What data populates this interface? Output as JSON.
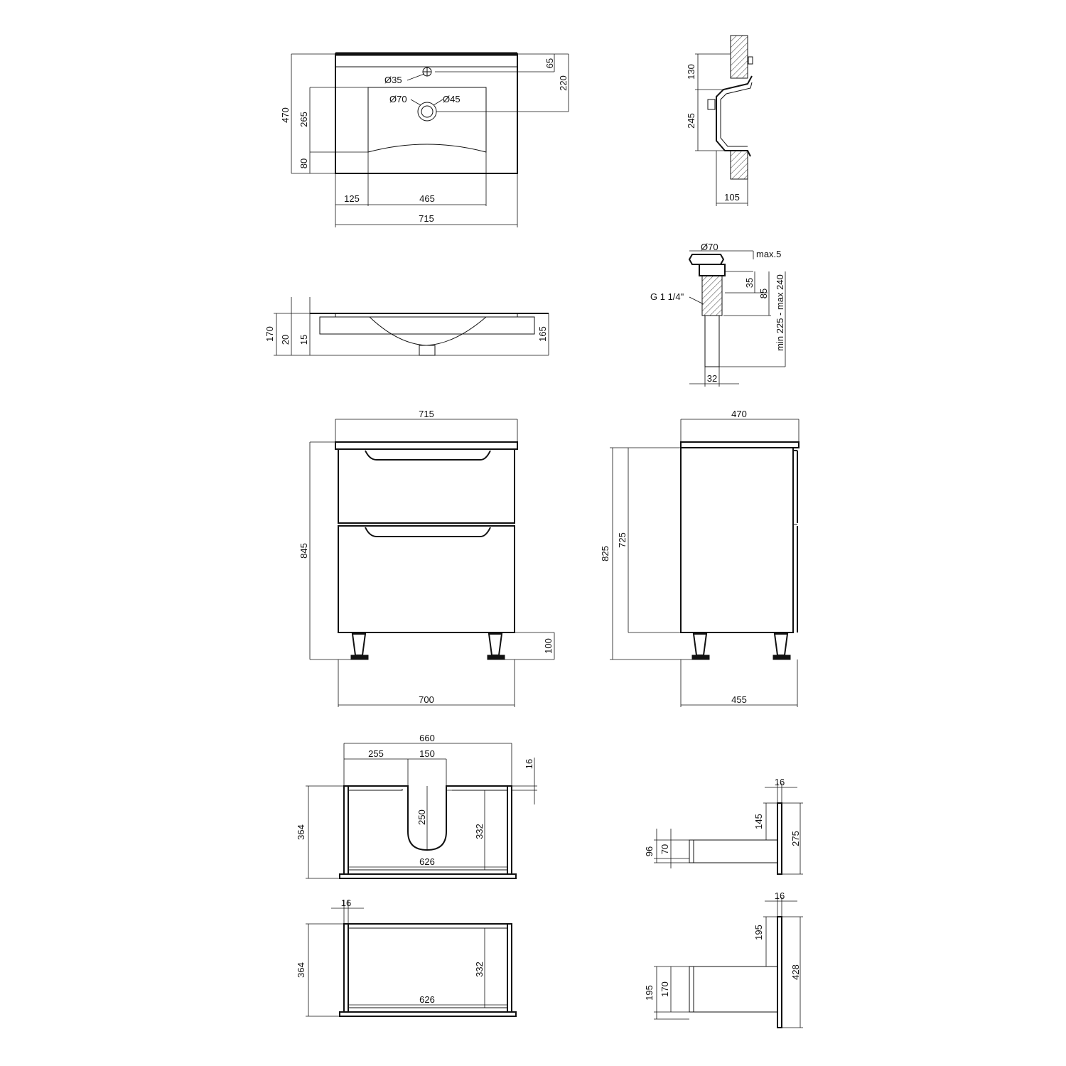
{
  "basin_top": {
    "width_total": "715",
    "depth_total": "470",
    "bowl_depth": "265",
    "front_margin": "80",
    "side_margin": "125",
    "bowl_width": "465",
    "tap_offset": "65",
    "drain_offset": "220",
    "tap_hole": "Ø35",
    "drain_outer": "Ø70",
    "drain_inner": "Ø45"
  },
  "basin_section": {
    "top_height": "130",
    "bowl_height": "245",
    "depth": "105"
  },
  "basin_front": {
    "total_height": "170",
    "rim_20": "20",
    "rim_15": "15",
    "bowl_height": "165"
  },
  "drain": {
    "diameter": "Ø70",
    "max_gap": "max.5",
    "thread": "G 1 1/4\"",
    "h35": "35",
    "h85": "85",
    "range": "min 225 - max 240",
    "pipe": "32"
  },
  "cabinet_front": {
    "top_width": "715",
    "height": "845",
    "legs": "100",
    "base_width": "700"
  },
  "cabinet_side": {
    "top_depth": "470",
    "height": "825",
    "body_height": "725",
    "base_depth": "455"
  },
  "drawer_top": {
    "width": "660",
    "left": "255",
    "cutout": "150",
    "panel": "16",
    "depth": "364",
    "cut_depth": "250",
    "inner_depth": "332",
    "inner_width": "626"
  },
  "drawer_bottom": {
    "panel": "16",
    "depth": "364",
    "inner_depth": "332",
    "inner_width": "626"
  },
  "drawer_side_top": {
    "panel": "16",
    "h145": "145",
    "h275": "275",
    "h96": "96",
    "h70": "70"
  },
  "drawer_side_bottom": {
    "panel": "16",
    "h195": "195",
    "h428": "428",
    "h195b": "195",
    "h170": "170"
  }
}
